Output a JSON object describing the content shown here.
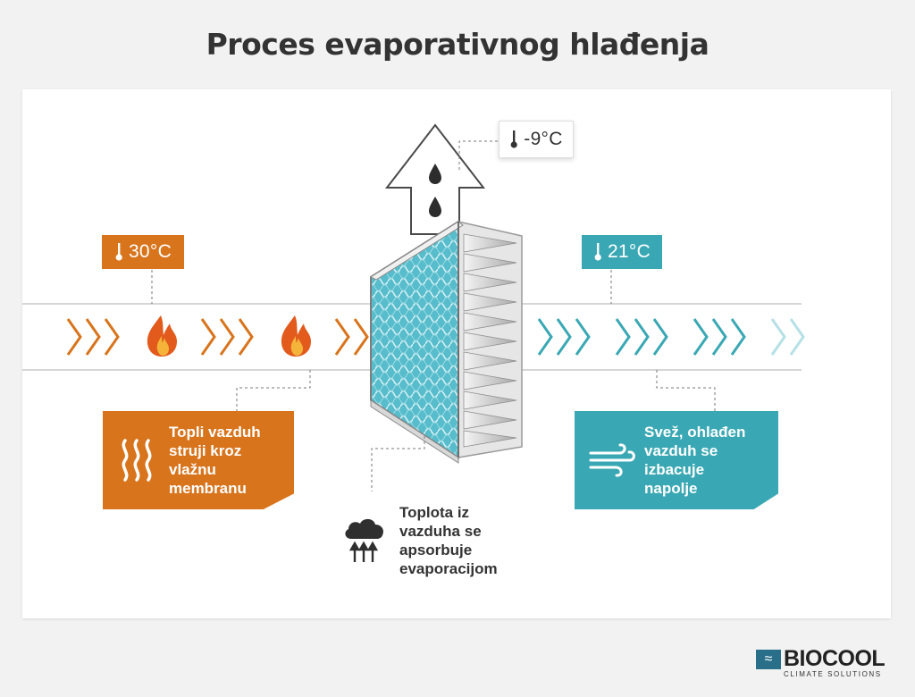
{
  "title": "Proces evaporativnog hlađenja",
  "temperatures": {
    "inlet": "30°C",
    "outlet": "21°C",
    "exhaust": "-9°C"
  },
  "labels": {
    "warm_air": "Topli vazduh\nstruji kroz\nvlažnu\nmembranu",
    "heat_absorbed": "Toplota iz\nvazduha se\napsorbuje\nevaporacijom",
    "cool_air": "Svež, ohlađen\nvazduh se\nizbacuje\nnapolje"
  },
  "brand": {
    "name": "BIOCOOL",
    "tagline": "CLIMATE SOLUTIONS"
  },
  "colors": {
    "warm": "#d8741c",
    "cool": "#3aa8b4",
    "text": "#333333"
  },
  "icons": [
    "thermometer-icon",
    "flame-icon",
    "heat-waves-icon",
    "cloud-heat-icon",
    "wind-icon",
    "water-drop-icon"
  ]
}
